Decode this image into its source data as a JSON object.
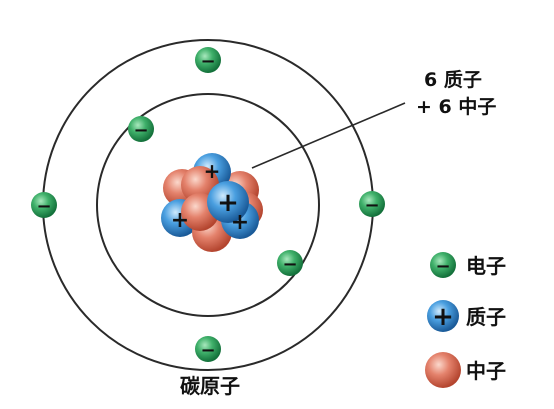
{
  "diagram": {
    "nucleus_label": {
      "line1": "6 质子",
      "line2": "+ 6 中子"
    },
    "title": "碳原子",
    "legend": [
      {
        "key": "electron",
        "label": "电子"
      },
      {
        "key": "proton",
        "label": "质子"
      },
      {
        "key": "neutron",
        "label": "中子"
      }
    ],
    "symbols": {
      "electron": "−",
      "proton": "+"
    },
    "colors": {
      "electron": "#2e9b57",
      "electron_dark": "#136b35",
      "proton": "#3a8fd2",
      "proton_dark": "#1a5a98",
      "neutron": "#e27a66",
      "neutron_dark": "#b84a38",
      "orbit": "#2a2a2a"
    },
    "counts": {
      "protons": 6,
      "neutrons": 6,
      "electrons": 6
    }
  }
}
